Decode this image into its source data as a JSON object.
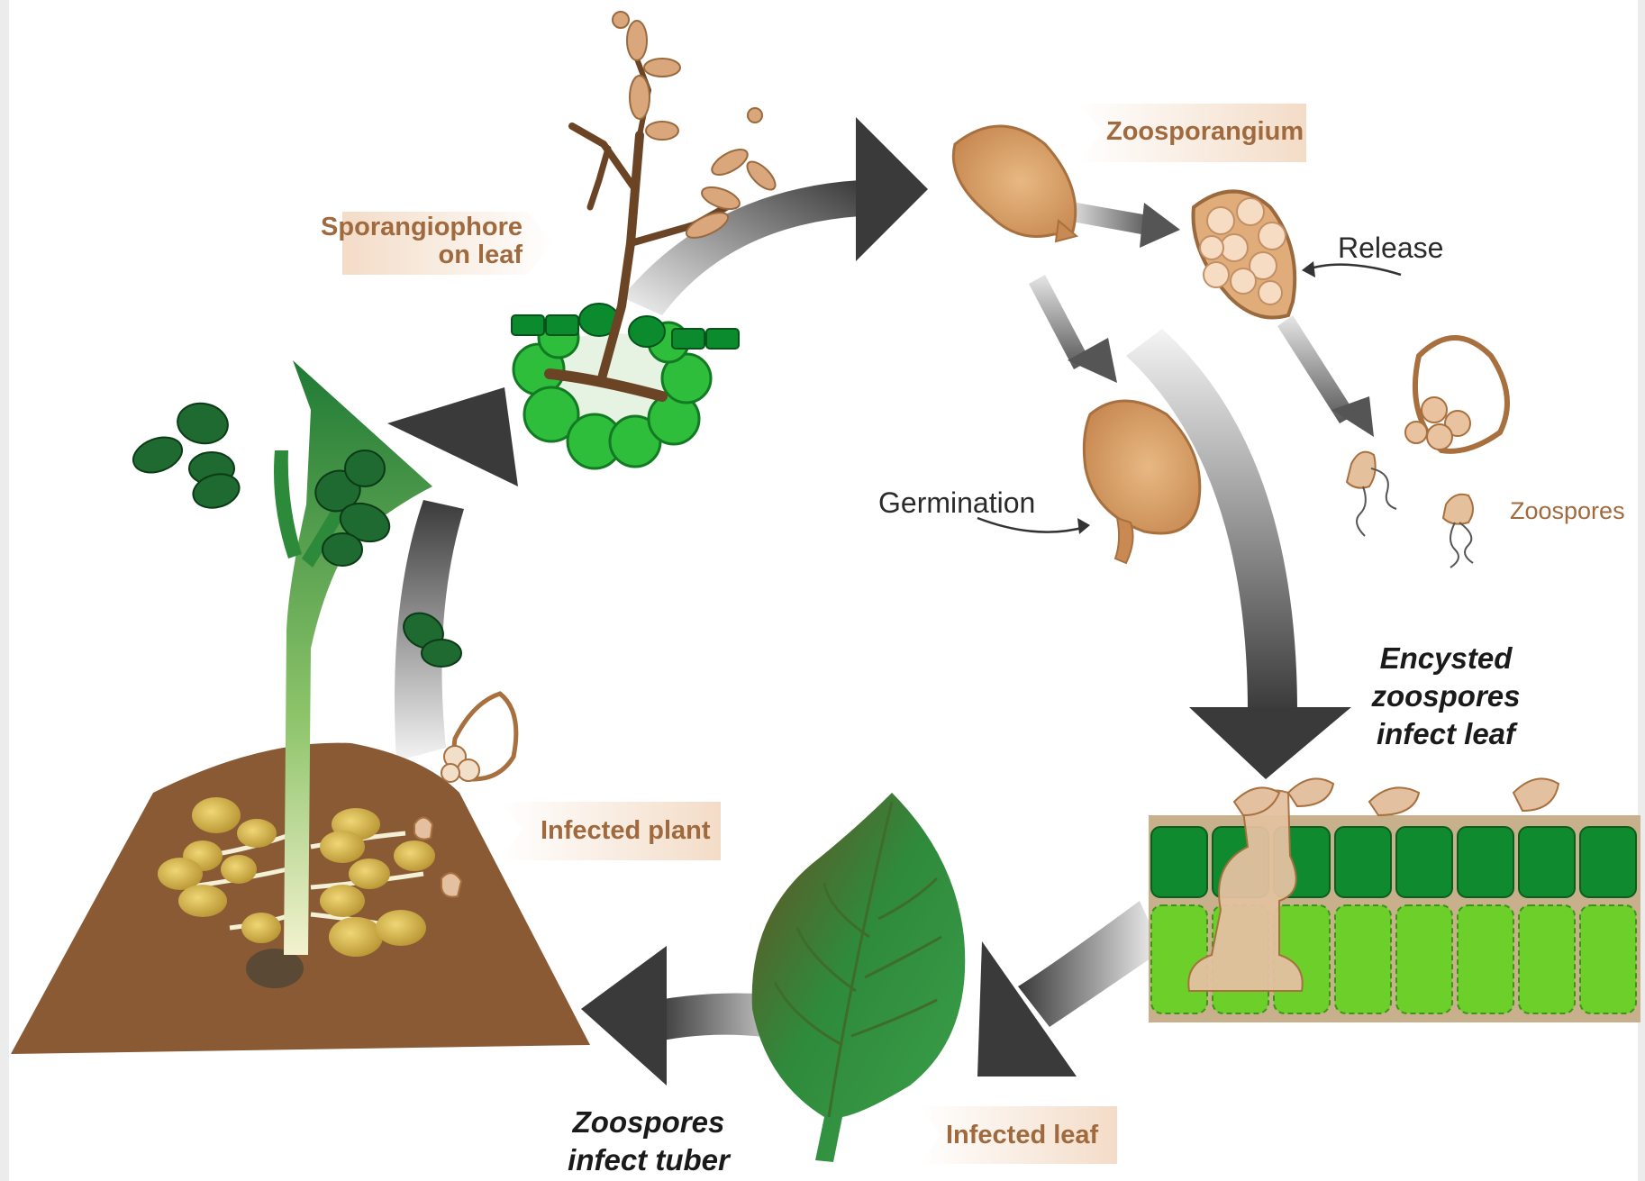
{
  "labels": {
    "sporangiophore_1": "Sporangiophore",
    "sporangiophore_2": "on leaf",
    "zoosporangium": "Zoosporangium",
    "release": "Release",
    "germination": "Germination",
    "zoospores": "Zoospores",
    "encysted_1": "Encysted",
    "encysted_2": "zoospores",
    "encysted_3": "infect leaf",
    "infected_plant": "Infected plant",
    "infected_leaf": "Infected leaf",
    "infect_tuber_1": "Zoospores",
    "infect_tuber_2": "infect tuber"
  },
  "colors": {
    "arrow_dark": "#3c3c3c",
    "arrow_light": "#f4f4f4",
    "spore_fill": "#d49a62",
    "spore_outline": "#a8703e",
    "soil": "#8a5a35",
    "tuber": "#c9a843",
    "leaf_green": "#2f8a3c",
    "cell_dark": "#0f8a2e",
    "cell_light": "#6ccf2a",
    "label_bg": "#f3dcc7",
    "label_text": "#a06a3e"
  }
}
